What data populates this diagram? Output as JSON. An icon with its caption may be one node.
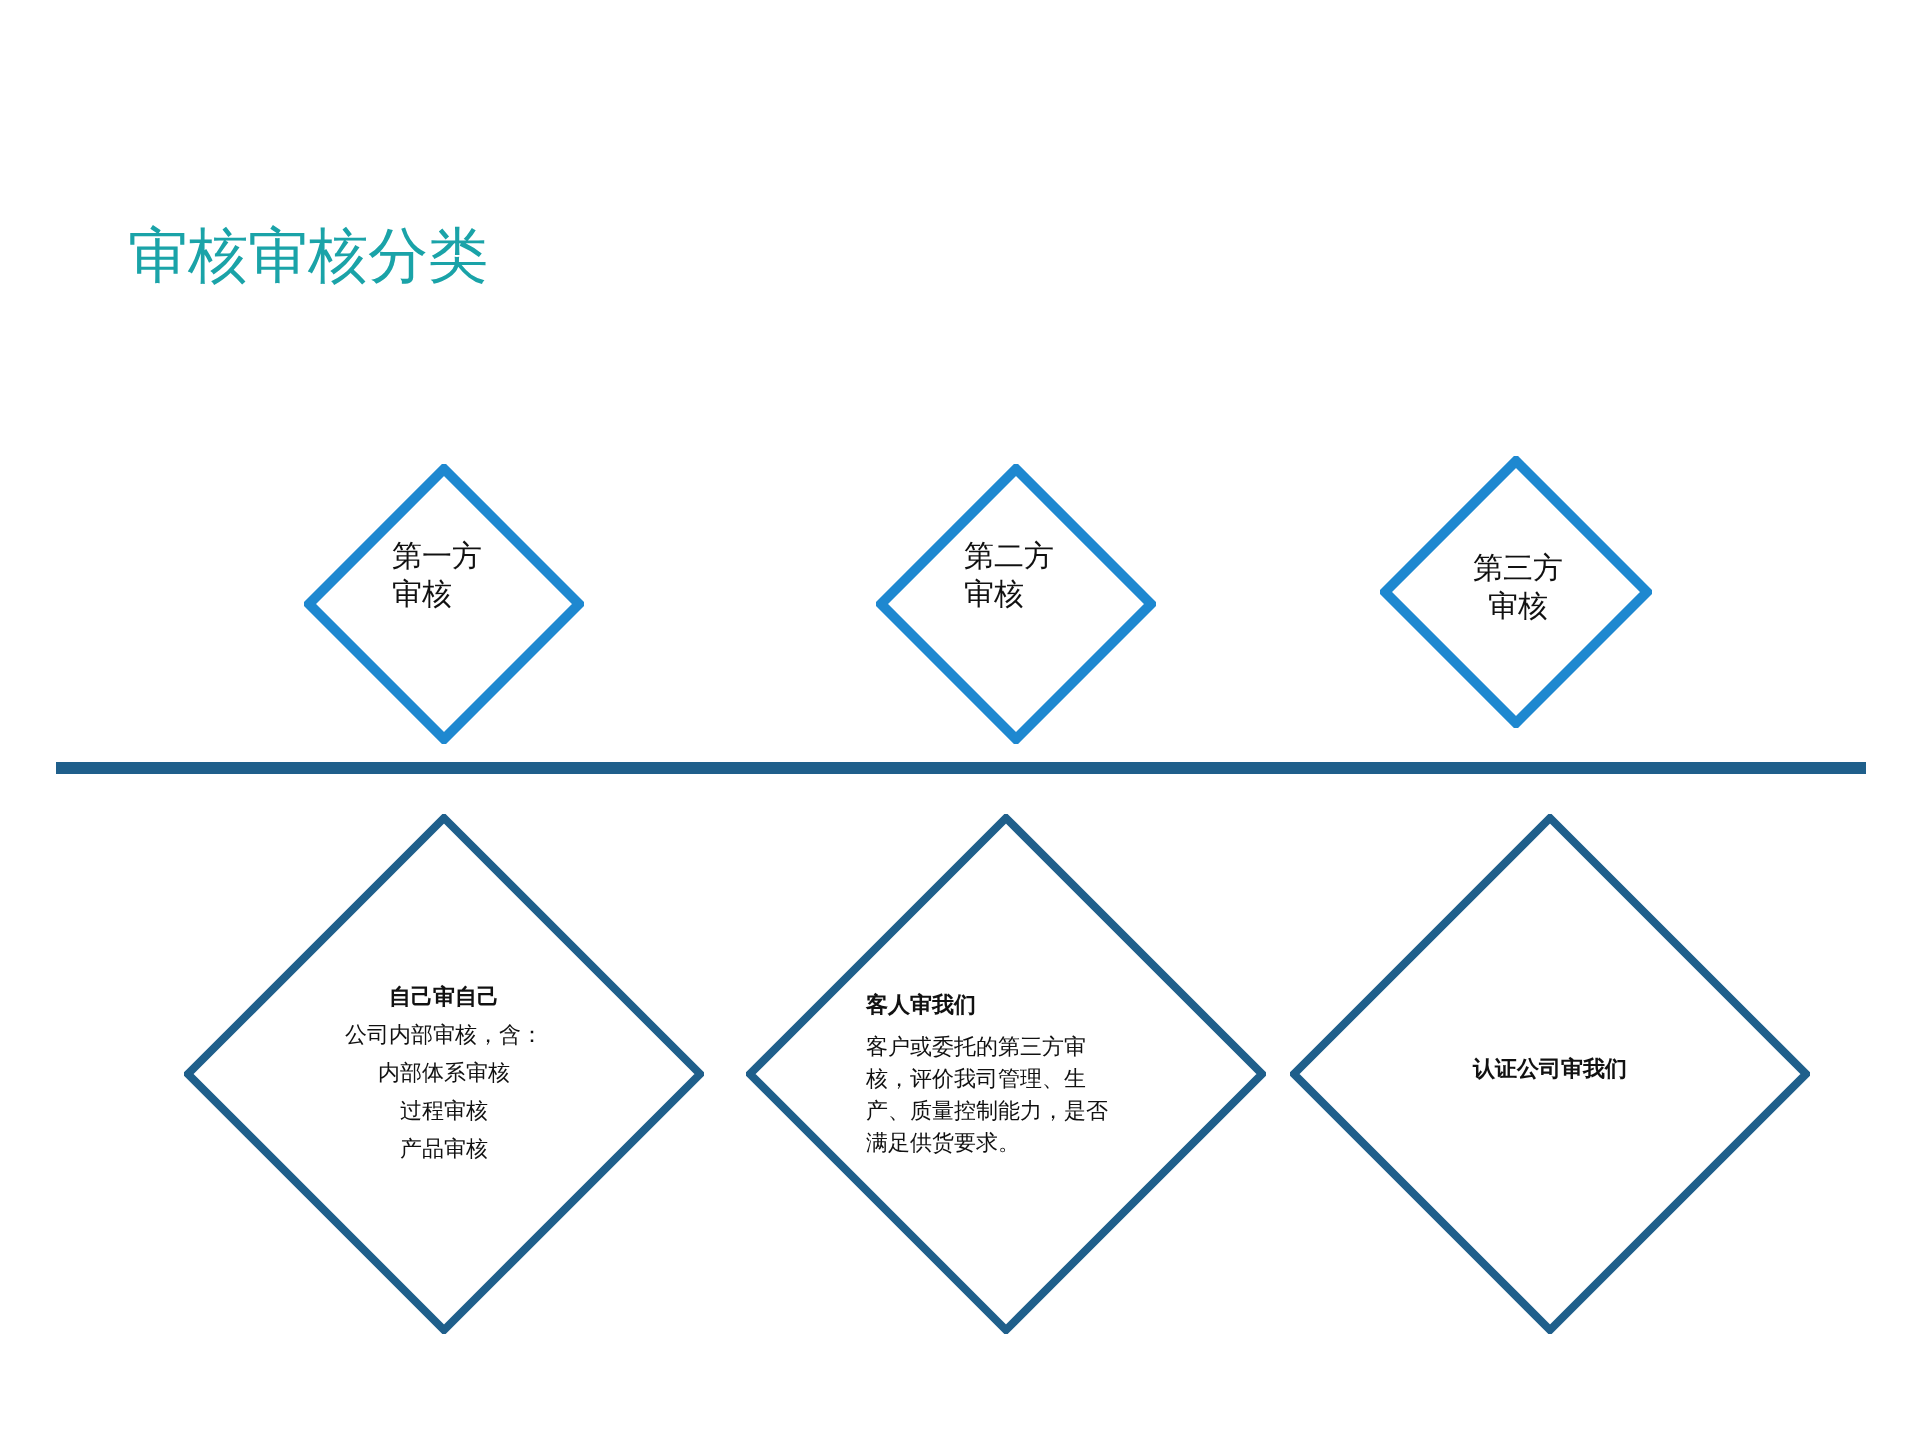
{
  "diagram": {
    "title": "审核审核分类",
    "nodes": [
      {
        "text": [
          "第一方审核"
        ]
      },
      {
        "text": [
          "第二方审核"
        ]
      },
      {
        "text": [
          "第三方审核"
        ]
      },
      {
        "text": [
          "自己审自己",
          "公司内部审核，含：",
          "内部体系审核",
          "过程审核",
          "产品审核"
        ]
      },
      {
        "text": [
          "客人审我们",
          "客户或委托的第三方审核，评价我司管理、生产、质量控制能力，是否满足供货要求。"
        ]
      },
      {
        "text": [
          "认证公司审我们"
        ]
      }
    ],
    "edges": []
  }
}
